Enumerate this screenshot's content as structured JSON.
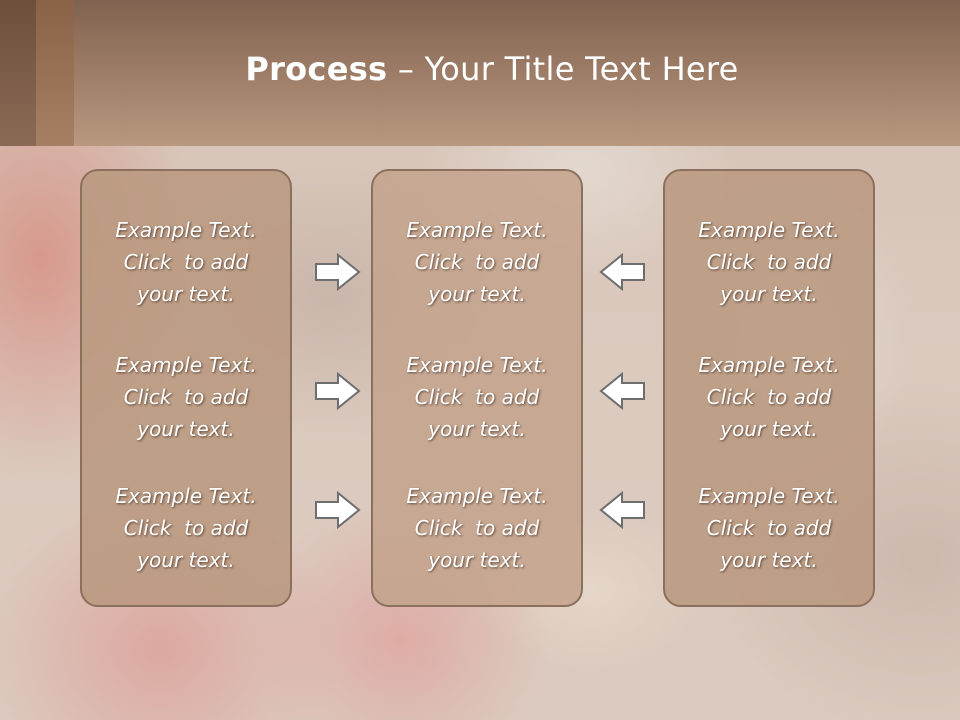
{
  "slide": {
    "title_bold": "Process",
    "title_rest": " – Your Title Text Here"
  },
  "columns": [
    {
      "items": [
        {
          "line1": "Example Text.",
          "line2": "Click  to add",
          "line3": "your text."
        },
        {
          "line1": "Example Text.",
          "line2": "Click  to add",
          "line3": "your text."
        },
        {
          "line1": "Example Text.",
          "line2": "Click  to add",
          "line3": "your text."
        }
      ]
    },
    {
      "items": [
        {
          "line1": "Example Text.",
          "line2": "Click  to add",
          "line3": "your text."
        },
        {
          "line1": "Example Text.",
          "line2": "Click  to add",
          "line3": "your text."
        },
        {
          "line1": "Example Text.",
          "line2": "Click  to add",
          "line3": "your text."
        }
      ]
    },
    {
      "items": [
        {
          "line1": "Example Text.",
          "line2": "Click  to add",
          "line3": "your text."
        },
        {
          "line1": "Example Text.",
          "line2": "Click  to add",
          "line3": "your text."
        },
        {
          "line1": "Example Text.",
          "line2": "Click  to add",
          "line3": "your text."
        }
      ]
    }
  ],
  "arrows": {
    "left_group": "right-arrow-icon",
    "right_group": "left-arrow-icon"
  },
  "colors": {
    "header_top": "#7f6350",
    "header_bottom": "#b8987e",
    "column_fill": "#ba9880",
    "column_border": "#8c705e",
    "arrow_fill": "#ffffff",
    "arrow_stroke": "#6e6e6e",
    "text": "#ffffff"
  }
}
